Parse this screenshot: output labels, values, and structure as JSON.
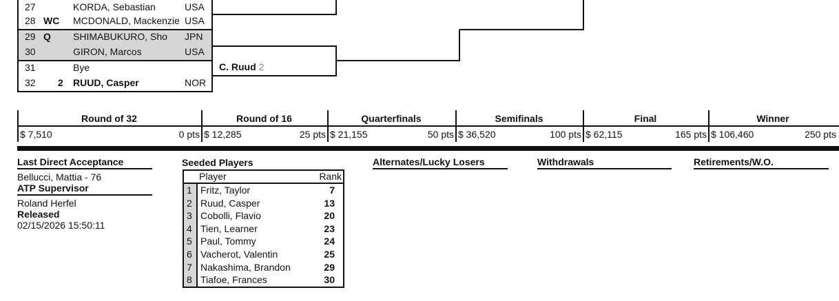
{
  "draw": [
    {
      "pos": "27",
      "tag": "",
      "seed": "",
      "name": "KORDA, Sebastian",
      "country": "USA",
      "bold": false
    },
    {
      "pos": "28",
      "tag": "WC",
      "seed": "",
      "name": "MCDONALD, Mackenzie",
      "country": "USA",
      "bold": false
    },
    {
      "pos": "29",
      "tag": "Q",
      "seed": "",
      "name": "SHIMABUKURO, Sho",
      "country": "JPN",
      "bold": false
    },
    {
      "pos": "30",
      "tag": "",
      "seed": "",
      "name": "GIRON, Marcos",
      "country": "USA",
      "bold": false
    },
    {
      "pos": "31",
      "tag": "",
      "seed": "",
      "name": "Bye",
      "country": "",
      "bold": false
    },
    {
      "pos": "32",
      "tag": "",
      "seed": "2",
      "name": "RUUD, Casper",
      "country": "NOR",
      "bold": true
    }
  ],
  "winner_r16": {
    "name": "C. Ruud",
    "seed": "2"
  },
  "prize": [
    {
      "round": "Round of 32",
      "money": "$ 7,510",
      "pts": "0 pts"
    },
    {
      "round": "Round of 16",
      "money": "$ 12,285",
      "pts": "25 pts"
    },
    {
      "round": "Quarterfinals",
      "money": "$ 21,155",
      "pts": "50 pts"
    },
    {
      "round": "Semifinals",
      "money": "$ 36,520",
      "pts": "100 pts"
    },
    {
      "round": "Final",
      "money": "$ 62,115",
      "pts": "165 pts"
    },
    {
      "round": "Winner",
      "money": "$ 106,460",
      "pts": "250 pts"
    }
  ],
  "info": {
    "lda_title": "Last Direct Acceptance",
    "lda_value": "Bellucci, Mattia - 76",
    "sup_title": "ATP Supervisor",
    "sup_value": "Roland Herfel",
    "rel_title": "Released",
    "rel_value": "02/15/2026 15:50:11",
    "seeded_title": "Seeded Players",
    "alt_title": "Alternates/Lucky Losers",
    "wd_title": "Withdrawals",
    "ret_title": "Retirements/W.O."
  },
  "seeds": {
    "col_player": "Player",
    "col_rank": "Rank",
    "rows": [
      {
        "n": "1",
        "name": "Fritz, Taylor",
        "rank": "7"
      },
      {
        "n": "2",
        "name": "Ruud, Casper",
        "rank": "13"
      },
      {
        "n": "3",
        "name": "Cobolli, Flavio",
        "rank": "20"
      },
      {
        "n": "4",
        "name": "Tien, Learner",
        "rank": "23"
      },
      {
        "n": "5",
        "name": "Paul, Tommy",
        "rank": "24"
      },
      {
        "n": "6",
        "name": "Vacherot, Valentin",
        "rank": "25"
      },
      {
        "n": "7",
        "name": "Nakashima, Brandon",
        "rank": "29"
      },
      {
        "n": "8",
        "name": "Tiafoe, Frances",
        "rank": "30"
      }
    ]
  }
}
